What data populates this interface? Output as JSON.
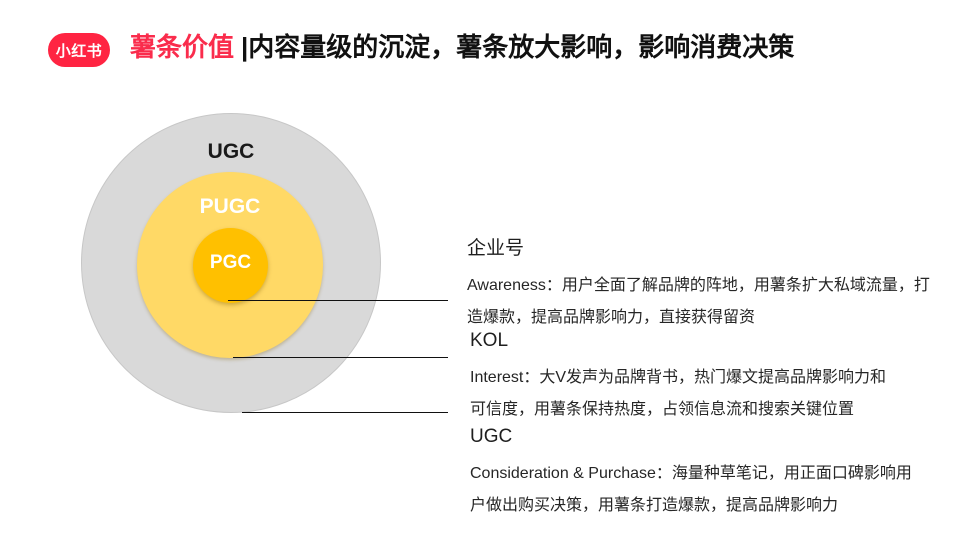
{
  "header": {
    "logo_text": "小红书",
    "logo_color": "#FF2442",
    "title_highlight": "薯条价值",
    "title_highlight_color": "#FA2C4C",
    "title_rest": "|内容量级的沉淀，薯条放大影响，影响消费决策"
  },
  "diagram": {
    "rings": [
      {
        "label": "UGC",
        "color": "#D9D9D9",
        "text_color": "#1a1a1a"
      },
      {
        "label": "PUGC",
        "color": "#FFD966",
        "text_color": "#ffffff"
      },
      {
        "label": "PGC",
        "color": "#FFC000",
        "text_color": "#ffffff"
      }
    ]
  },
  "annotations": [
    {
      "heading": "企业号",
      "lines": [
        "Awareness：用户全面了解品牌的阵地，用薯条扩大私域流量，打",
        "造爆款，提高品牌影响力，直接获得留资"
      ]
    },
    {
      "heading": "KOL",
      "lines": [
        "Interest：大V发声为品牌背书，热门爆文提高品牌影响力和",
        "可信度，用薯条保持热度，占领信息流和搜索关键位置"
      ]
    },
    {
      "heading": "UGC",
      "lines": [
        "Consideration & Purchase：海量种草笔记，用正面口碑影响用",
        "户做出购买决策，用薯条打造爆款，提高品牌影响力"
      ]
    }
  ]
}
